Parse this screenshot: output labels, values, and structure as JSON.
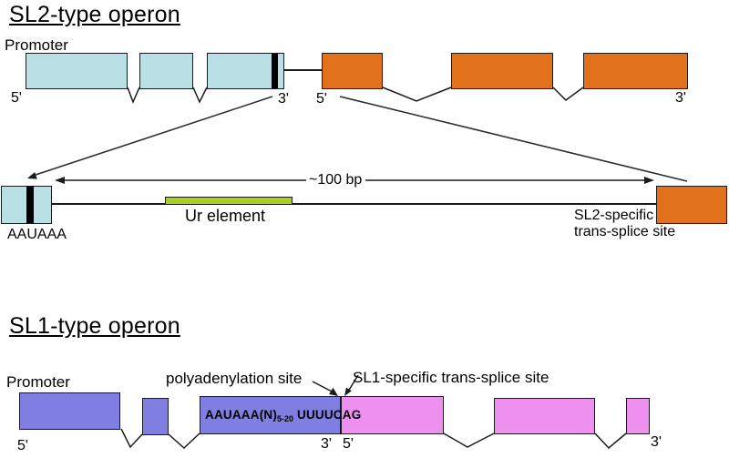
{
  "sl2_section": {
    "title": "SL2-type operon",
    "promoter_label": "Promoter",
    "gene1_five_prime": "5'",
    "gene1_three_prime": "3'",
    "gene2_five_prime": "5'",
    "gene2_three_prime": "3'",
    "zoom_view": {
      "distance_label": "~100 bp",
      "polya_signal": "AAUAAA",
      "ur_element_label": "Ur element",
      "splice_label_line1": "SL2-specific",
      "splice_label_line2": "trans-splice site"
    }
  },
  "sl1_section": {
    "title": "SL1-type operon",
    "promoter_label": "Promoter",
    "polyadenylation_label": "polyadenylation site",
    "splice_label": "SL1-specific trans-splice site",
    "junction_sequence_prefix": "AAUAAA(N)",
    "junction_sequence_subscript": "5-20",
    "junction_sequence_suffix": " UUUUCAG",
    "gene1_five_prime": "5'",
    "gene1_three_prime": "3'",
    "gene2_five_prime": "5'",
    "gene2_three_prime": "3'"
  },
  "colors": {
    "sl2_upstream_exon": "#B9E0E4",
    "sl2_downstream_exon": "#E2711C",
    "ur_element": "#A6CE27",
    "sl1_upstream_exon": "#7E7FE0",
    "sl1_downstream_exon": "#EE90F0",
    "polya_signal_bar": "#000000"
  }
}
